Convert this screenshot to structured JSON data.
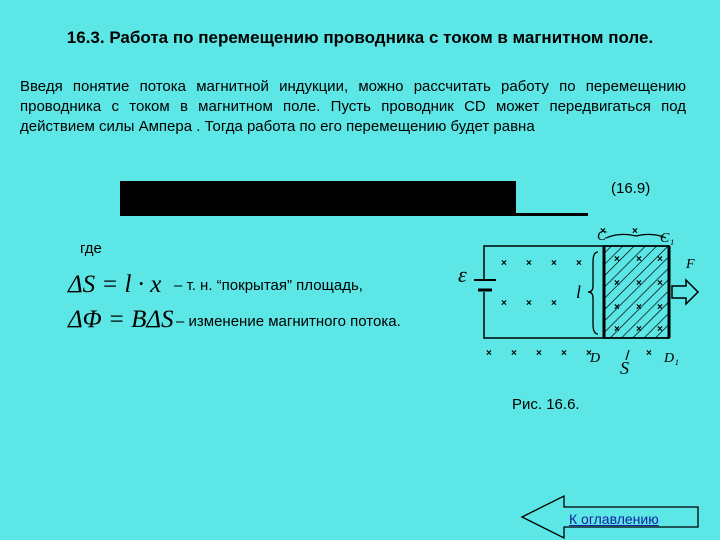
{
  "slide": {
    "title": "16.3. Работа по перемещению проводника с током в магнитном поле.",
    "paragraph": "Введя понятие потока магнитной индукции, можно рассчитать работу по перемещению проводника с током в магнитном поле. Пусть проводник CD может передвигаться под действием силы Ампера . Тогда работа по его перемещению будет равна",
    "equation_number": "(16.9)",
    "where_label": "где",
    "formula1": "ΔS = l · x",
    "formula1_desc": "– т. н. “покрытая” площадь,",
    "formula2": "ΔΦ = BΔS",
    "formula2_desc": "– изменение магнитного потока.",
    "figure_caption": "Рис. 16.6.",
    "figure_labels": {
      "emf": "ε",
      "c": "C",
      "c1": "C₁",
      "d": "D",
      "d1": "D₁",
      "l": "l",
      "s": "S",
      "f": "F"
    },
    "nav_link": "К оглавлению"
  }
}
